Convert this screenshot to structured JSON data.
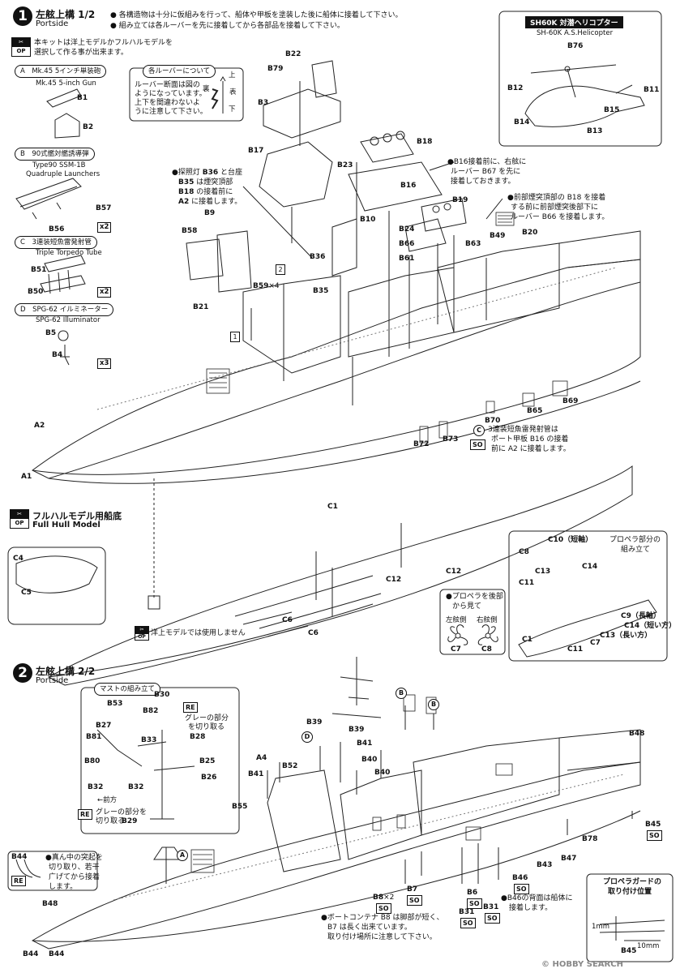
{
  "step1": {
    "number": "1",
    "title": "左舷上構 1/2",
    "subtitle": "Portside",
    "notes": [
      "● 各構造物は十分に仮組みを行って、船体や甲板を塗装した後に船体に接着して下さい。",
      "● 組み立ては各ルーバーを先に接着してから各部品を接着して下さい。"
    ],
    "op_note": [
      "本キットは洋上モデルかフルハルモデルを",
      "選択して作る事が出来ます。"
    ],
    "op_icon": "OP",
    "subassemblies": [
      {
        "letter": "A",
        "jp": "Mk.45 5インチ単装砲",
        "en": "Mk.45 5-inch Gun",
        "parts": [
          "B1",
          "B2"
        ]
      },
      {
        "letter": "B",
        "jp": "90式艦対艦誘導弾",
        "en": "Type90 SSM-1B",
        "en2": "Quadruple Launchers",
        "parts": [
          "B57",
          "B56"
        ],
        "count": "x2"
      },
      {
        "letter": "C",
        "jp": "3連装短魚雷発射管",
        "en": "Triple Torpedo Tube",
        "parts": [
          "B51",
          "B50"
        ],
        "count": "x2"
      },
      {
        "letter": "D",
        "jp": "SPG-62 イルミネーター",
        "en": "SPG-62 Illuminator",
        "parts": [
          "B5",
          "B4"
        ],
        "count": "x3"
      }
    ],
    "louver": {
      "title": "各ルーバーについて",
      "text": [
        "ルーバー断面は図の",
        "ようになっています。",
        "上下を間違わないよ",
        "うに注意して下さい。"
      ],
      "up": "上",
      "down": "下",
      "back": "裏",
      "front": "表"
    },
    "heli": {
      "title": "SH60K 対潜ヘリコプター",
      "subtitle": "SH-60K A.S.Helicopter",
      "parts": [
        "B76",
        "B12",
        "B11",
        "B15",
        "B14",
        "B13"
      ]
    },
    "callouts": [
      [
        "●探照灯",
        "B36",
        "と台座"
      ],
      [
        "B35",
        "は煙突頂部"
      ],
      [
        "B18",
        "の接着前に"
      ],
      [
        "A2",
        "に接着します。"
      ]
    ],
    "callout_b16": [
      "●B16接着前に、右舷に",
      "ルーバー B67 を先に",
      "接着しておきます。"
    ],
    "callout_b18": [
      "●前部煙突頂部の B18 を接着",
      "する前に前部煙突後部下に",
      "ルーバー B66 を接着します。"
    ],
    "callout_torpedo": [
      "3連装短魚雷発射管は",
      "ポート甲板 B16 の接着",
      "前に A2 に接着します。"
    ],
    "parts": [
      "B22",
      "B79",
      "B3",
      "B17",
      "B18",
      "B23",
      "B16",
      "B19",
      "B10",
      "B9",
      "B58",
      "B36",
      "B35",
      "B24",
      "B66",
      "B61",
      "B63",
      "B49",
      "B20",
      "B59",
      "×4",
      "B21",
      "B65",
      "B69",
      "B70",
      "B72",
      "B73",
      "A2",
      "A1"
    ],
    "so_tag": "SO",
    "markers": [
      "1",
      "2"
    ]
  },
  "fullhull": {
    "op_icon": "OP",
    "title": "フルハルモデル用船底",
    "subtitle": "Full Hull Model",
    "parts": [
      "C4",
      "C5",
      "C1",
      "C12",
      "C12",
      "C6",
      "C6"
    ],
    "not_used": "洋上モデルでは使用しません",
    "propeller_view": {
      "text": [
        "●プロペラを後部",
        "から見て"
      ],
      "left": "左舷側",
      "right": "右舷側",
      "parts": [
        "C7",
        "C8"
      ]
    },
    "propeller_asm": {
      "title": [
        "プロペラ部分の",
        "組み立て"
      ],
      "parts": [
        "C10（短軸）",
        "C8",
        "C13",
        "C14",
        "C11",
        "C9（長軸）",
        "C14（短い方）",
        "C13（長い方）",
        "C7",
        "C11",
        "C1"
      ]
    }
  },
  "step2": {
    "number": "2",
    "title": "左舷上構 2/2",
    "subtitle": "Portside",
    "mast": {
      "title": "マストの組み立て",
      "parts": [
        "B30",
        "B53",
        "B82",
        "B27",
        "B33",
        "B28",
        "B81",
        "B25",
        "B80",
        "B26",
        "B32",
        "B32",
        "B29"
      ],
      "front": "←前方"
    },
    "re_note1": [
      "グレーの部分",
      "を切り取る"
    ],
    "re_note2": [
      "グレーの部分を",
      "切り取る"
    ],
    "re_icon": "RE",
    "b44_note": [
      "●真ん中の突起を",
      "切り取り、若干",
      "广げてから接着",
      "します。"
    ],
    "parts": [
      "B39",
      "B39",
      "A4",
      "B52",
      "B41",
      "B40",
      "B40",
      "B41",
      "B55",
      "B48",
      "B45",
      "B78",
      "B43",
      "B47",
      "B46",
      "B6",
      "B31",
      "B7",
      "B8",
      "×2",
      "B44",
      "B48",
      "B44",
      "B44"
    ],
    "b46_note": [
      "●B46の背面は船体に",
      "接着します。"
    ],
    "b8_note": [
      "●ボートコンテナ B8 は脚部が短く、",
      "B7 は長く出来ています。",
      "取り付け場所に注意して下さい。"
    ],
    "prop_guard": {
      "title": [
        "プロペラガードの",
        "取り付け位置"
      ],
      "dim1": "1mm",
      "dim2": "10mm",
      "part": "B45"
    },
    "so_tag": "SO",
    "markers": [
      "A",
      "B",
      "B",
      "D"
    ]
  },
  "watermark": "© HOBBY SEARCH"
}
